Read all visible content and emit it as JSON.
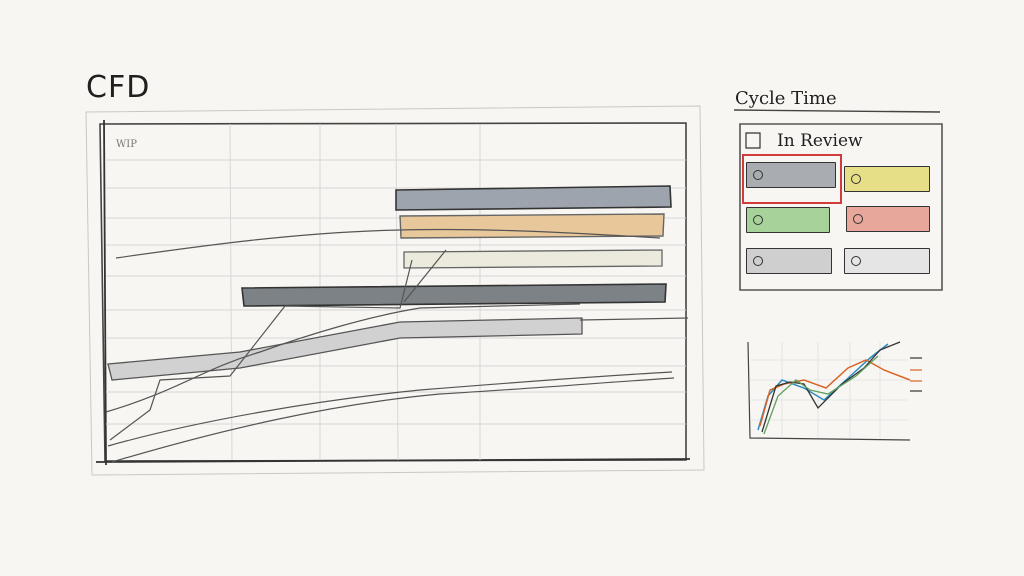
{
  "cfd": {
    "title": "CFD",
    "wip_label": "WIP"
  },
  "cycle_time": {
    "title": "Cycle Time",
    "in_review": "In Review"
  }
}
